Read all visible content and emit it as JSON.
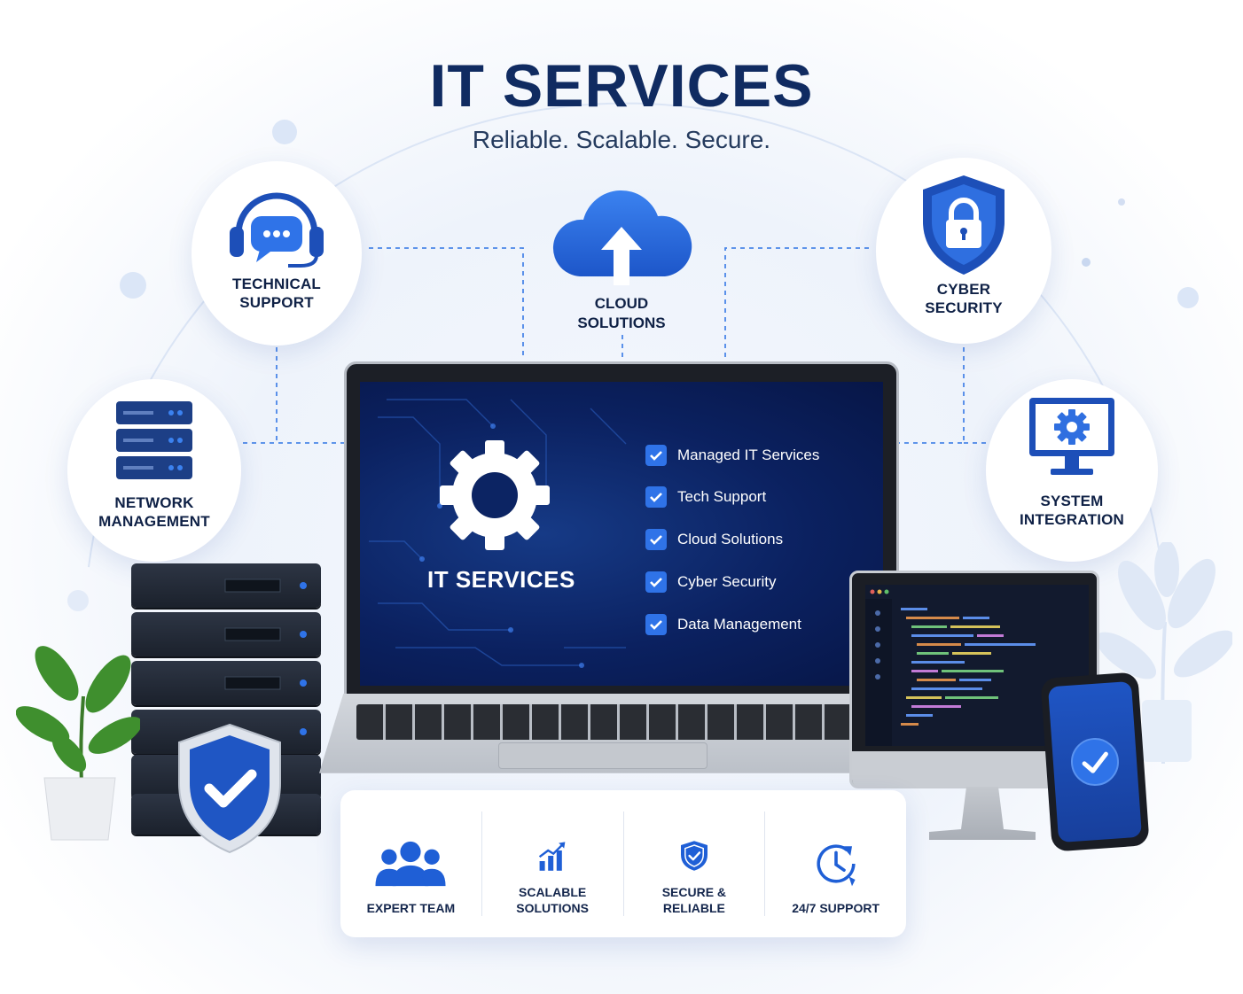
{
  "header": {
    "title": "IT SERVICES",
    "subtitle": "Reliable. Scalable. Secure."
  },
  "services": {
    "technical_support": "TECHNICAL\nSUPPORT",
    "cloud_solutions": "CLOUD\nSOLUTIONS",
    "cyber_security": "CYBER\nSECURITY",
    "network_management": "NETWORK\nMANAGEMENT",
    "system_integration": "SYSTEM\nINTEGRATION"
  },
  "laptop": {
    "screen_title": "IT SERVICES",
    "checklist": [
      "Managed IT Services",
      "Tech Support",
      "Cloud Solutions",
      "Cyber Security",
      "Data Management"
    ]
  },
  "features": [
    {
      "label": "EXPERT TEAM",
      "icon": "team-icon"
    },
    {
      "label": "SCALABLE\nSOLUTIONS",
      "icon": "growth-chart-icon"
    },
    {
      "label": "SECURE &\nRELIABLE",
      "icon": "shield-check-icon"
    },
    {
      "label": "24/7 SUPPORT",
      "icon": "clock-icon"
    }
  ],
  "colors": {
    "brand_navy": "#102b61",
    "accent_blue": "#2563eb",
    "screen_navy": "#0b2160"
  }
}
